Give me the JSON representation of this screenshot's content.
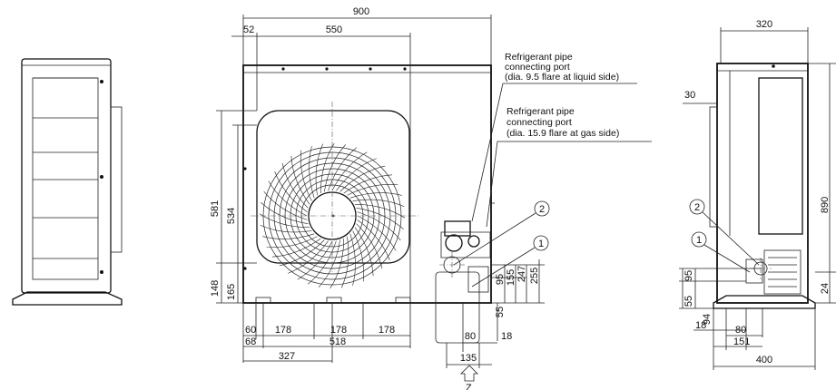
{
  "annotations": {
    "liquid_port": [
      "Refrigerant pipe",
      "connecting port",
      "(dia. 9.5 flare at liquid side)"
    ],
    "gas_port": [
      "Refrigerant pipe",
      "connecting port",
      "(dia. 15.9 flare at gas side)"
    ],
    "view_arrow": "Z"
  },
  "front_view": {
    "overall_width": "900",
    "fan_width": "550",
    "left_offset": "52",
    "height_581": "581",
    "height_534": "534",
    "base_148": "148",
    "base_165": "165",
    "leg_60": "60",
    "leg_68": "68",
    "leg_327": "327",
    "spacing_1": "178",
    "spacing_2": "178",
    "spacing_3": "178",
    "span_518": "518",
    "port_80": "80",
    "port_135": "135",
    "port_18": "18",
    "port_55": "55",
    "port_95": "95",
    "port_155": "155",
    "port_247": "247",
    "port_255": "255"
  },
  "side_view": {
    "depth_320": "320",
    "offset_30": "30",
    "height_890": "890",
    "dim_55": "55",
    "dim_95": "95",
    "dim_94": "94",
    "dim_18": "18",
    "dim_80": "80",
    "dim_151": "151",
    "dim_400": "400",
    "dim_24": "24"
  },
  "markers": {
    "one": "1",
    "two": "2"
  }
}
